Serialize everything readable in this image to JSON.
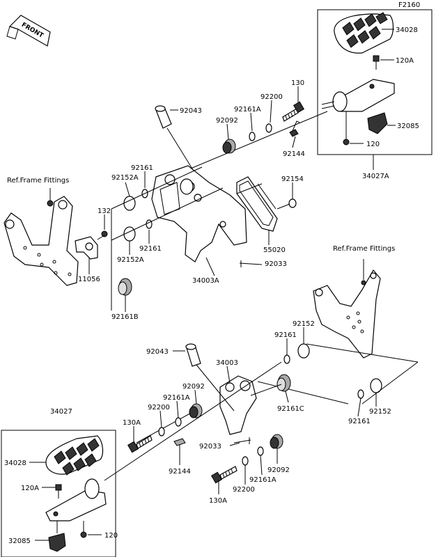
{
  "figure_code": "F2160",
  "front_label": "FRONT",
  "ref_label_left": "Ref.Frame Fittings",
  "ref_label_right": "Ref.Frame Fittings",
  "labels": {
    "a34028_top": "34028",
    "a120A_top": "120A",
    "a130_top": "130",
    "a92200_top": "92200",
    "a92161A_top": "92161A",
    "a92092_top": "92092",
    "a92043_top": "92043",
    "a32085_top": "32085",
    "a120_top": "120",
    "a92144_top": "92144",
    "a34027A": "34027A",
    "a92161_top": "92161",
    "a92152A_top": "92152A",
    "a92154": "92154",
    "a132": "132",
    "a92161_mid": "92161",
    "a92152A_mid": "92152A",
    "a55020": "55020",
    "a11056": "11056",
    "a92033_top": "92033",
    "a34003A": "34003A",
    "a92161B": "92161B",
    "a92152_upper": "92152",
    "a92161_right_upper": "92161",
    "a92043_bot": "92043",
    "a34003": "34003",
    "a92092_bot_upper": "92092",
    "a92161A_bot_upper": "92161A",
    "a92200_bot_upper": "92200",
    "a130A_upper": "130A",
    "a92161C": "92161C",
    "a92152_lower": "92152",
    "a92161_right_lower": "92161",
    "a92033_bot": "92033",
    "a34027": "34027",
    "a34028_bot": "34028",
    "a92144_bot": "92144",
    "a92092_bot_lower": "92092",
    "a92161A_bot_lower": "92161A",
    "a120A_bot": "120A",
    "a92200_bot_lower": "92200",
    "a130A_lower": "130A",
    "a120_bot": "120",
    "a32085_bot": "32085"
  }
}
